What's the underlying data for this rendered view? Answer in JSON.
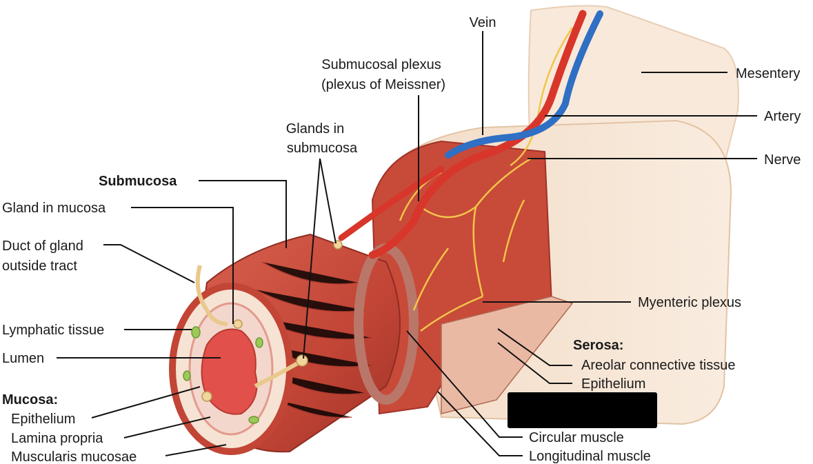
{
  "labels": {
    "vein": "Vein",
    "submucosal_plexus_1": "Submucosal plexus",
    "submucosal_plexus_2": "(plexus of Meissner)",
    "mesentery": "Mesentery",
    "artery": "Artery",
    "glands_submucosa_1": "Glands in",
    "glands_submucosa_2": "submucosa",
    "nerve": "Nerve",
    "submucosa": "Submucosa",
    "gland_in_mucosa": "Gland in mucosa",
    "duct_1": "Duct of gland",
    "duct_2": "outside tract",
    "lymphatic_tissue": "Lymphatic tissue",
    "lumen": "Lumen",
    "myenteric_plexus": "Myenteric plexus",
    "serosa": "Serosa:",
    "areolar": "Areolar connective tissue",
    "serosa_epithelium": "Epithelium",
    "mucosa": "Mucosa:",
    "mucosa_epithelium": "Epithelium",
    "lamina_propria": "Lamina propria",
    "muscularis_mucosae": "Muscularis mucosae",
    "circular_muscle": "Circular muscle",
    "longitudinal_muscle": "Longitudinal muscle"
  },
  "colors": {
    "muscle": "#c9493a",
    "muscle_dark": "#a8372b",
    "serosa": "#f6e2cf",
    "mesentery": "#f9e9da",
    "submucosa": "#e2a7a0",
    "lumen": "#e1504a",
    "artery": "#d8362a",
    "vein": "#2f6fc4",
    "nerve": "#f2c64a",
    "lymphatic": "#9cc95a",
    "redaction": "#000000"
  }
}
